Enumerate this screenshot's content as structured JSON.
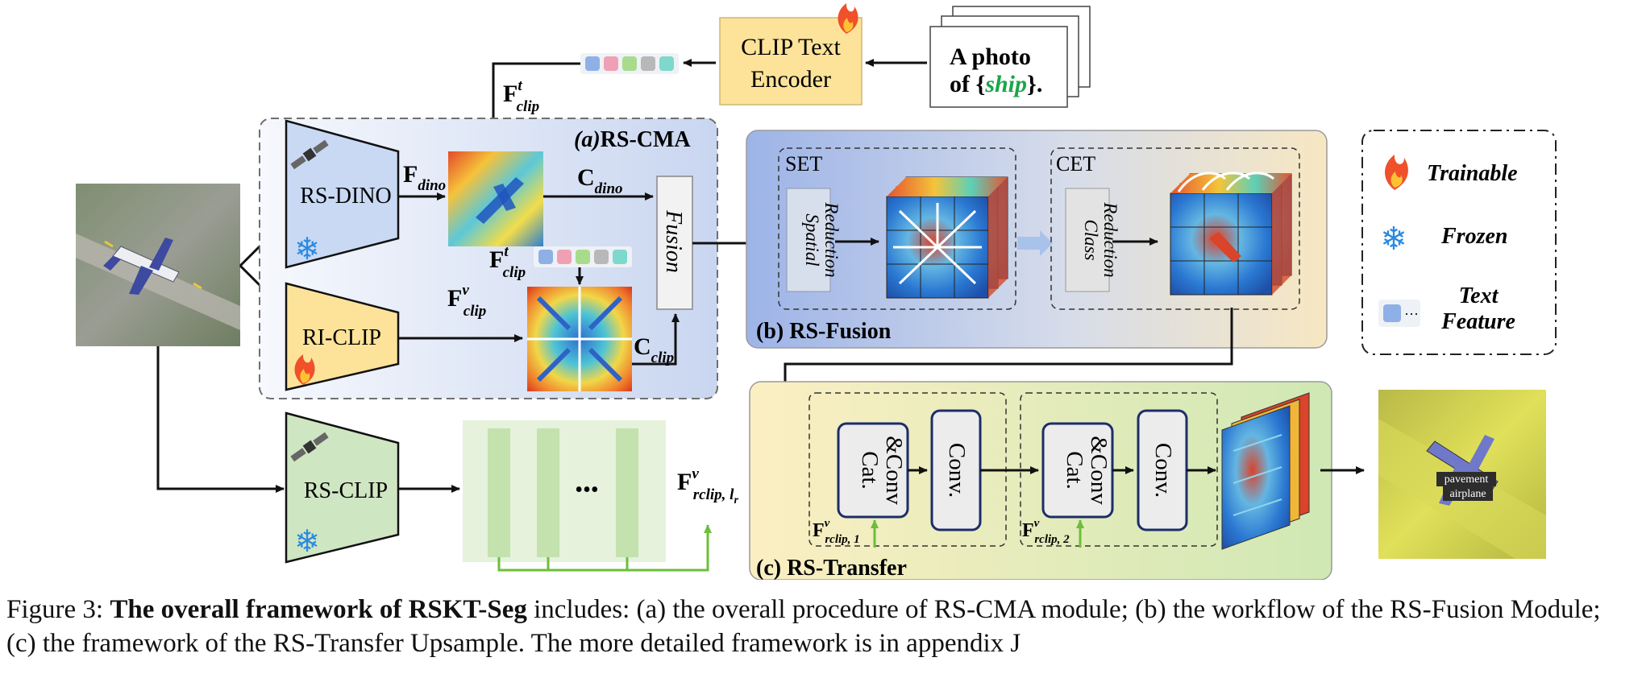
{
  "encoder": {
    "clip_text_encoder": [
      "CLIP Text",
      "Encoder"
    ],
    "prompt_line1": "A  photo",
    "prompt_line2_pre": "of  {",
    "prompt_class": "ship",
    "prompt_line2_post": "}."
  },
  "labels": {
    "f_clip_t": "F",
    "sup_t": "t",
    "sub_clip": "clip",
    "f_dino": "F",
    "sub_dino": "dino",
    "c_dino": "C",
    "c_clip": "C",
    "f_clip_v": "F",
    "sup_v": "v",
    "f_rclip_lr": "F",
    "sub_rclip_lr": "rclip, l",
    "sub_r": "r",
    "f_rclip_1": "F",
    "sub_rclip_1": "rclip, 1",
    "f_rclip_2": "F",
    "sub_rclip_2": "rclip, 2",
    "ellipsis": "•••"
  },
  "rs_cma": {
    "title_a": "(a)",
    "title": "RS-CMA",
    "rs_dino": "RS-DINO",
    "ri_clip": "RI-CLIP",
    "fusion": "Fusion"
  },
  "rs_clip": {
    "label": "RS-CLIP"
  },
  "rs_fusion": {
    "title": "(b) RS-Fusion",
    "set": "SET",
    "cet": "CET",
    "spatial_reduction": [
      "Spatial",
      "Reduction"
    ],
    "class_reduction": [
      "Class",
      "Reduction"
    ]
  },
  "rs_transfer": {
    "title": "(c) RS-Transfer",
    "cat_conv": [
      "Cat.",
      "&Conv"
    ],
    "conv": "Conv."
  },
  "legend": {
    "trainable": "Trainable",
    "frozen": "Frozen",
    "text_feature": [
      "Text",
      "Feature"
    ],
    "dots": "···"
  },
  "output_labels": {
    "pavement": "pavement",
    "airplane": "airplane"
  },
  "caption": {
    "prefix": "Figure 3: ",
    "bold": "The overall framework of RSKT-Seg",
    "rest": " includes: (a) the overall procedure of RS-CMA module; (b) the workflow of the RS-Fusion Module; (c) the framework of the RS-Transfer Upsample. The more detailed framework is in appendix J"
  },
  "colors": {
    "token": [
      "#8fb0e6",
      "#f0a0b4",
      "#a8dc8c",
      "#b8b8b8",
      "#7ed8cc"
    ],
    "clip_encoder": "#fde39a",
    "rs_dino": "#c9d9f4",
    "ri_clip": "#fde39a",
    "rs_clip": "#cfe6c2",
    "ship_text": "#1aa64a"
  }
}
